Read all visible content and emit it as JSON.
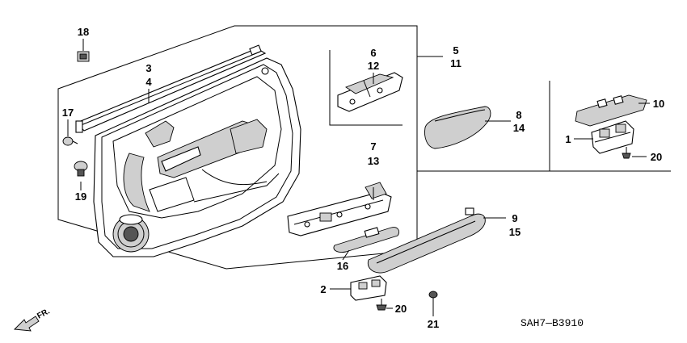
{
  "diagram_code": "SAH7—B3910",
  "direction_label": "FR.",
  "callouts": [
    {
      "id": "c18",
      "text": "18"
    },
    {
      "id": "c3",
      "text": "3"
    },
    {
      "id": "c4",
      "text": "4"
    },
    {
      "id": "c17",
      "text": "17"
    },
    {
      "id": "c19",
      "text": "19"
    },
    {
      "id": "c6",
      "text": "6"
    },
    {
      "id": "c12",
      "text": "12"
    },
    {
      "id": "c5",
      "text": "5"
    },
    {
      "id": "c11",
      "text": "11"
    },
    {
      "id": "c8",
      "text": "8"
    },
    {
      "id": "c14",
      "text": "14"
    },
    {
      "id": "c10",
      "text": "10"
    },
    {
      "id": "c1",
      "text": "1"
    },
    {
      "id": "c20a",
      "text": "20"
    },
    {
      "id": "c7",
      "text": "7"
    },
    {
      "id": "c13",
      "text": "13"
    },
    {
      "id": "c9",
      "text": "9"
    },
    {
      "id": "c15",
      "text": "15"
    },
    {
      "id": "c16",
      "text": "16"
    },
    {
      "id": "c2",
      "text": "2"
    },
    {
      "id": "c20b",
      "text": "20"
    },
    {
      "id": "c21",
      "text": "21"
    }
  ]
}
